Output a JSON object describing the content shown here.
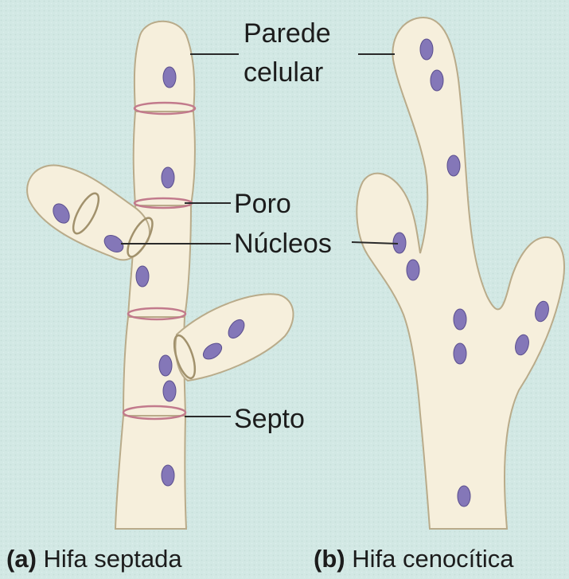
{
  "labels": {
    "parede_line1": "Parede",
    "parede_line2": "celular",
    "poro": "Poro",
    "nucleos": "Núcleos",
    "septo": "Septo"
  },
  "captions": {
    "a_letter": "(a)",
    "a_text": "Hifa septada",
    "b_letter": "(b)",
    "b_text": "Hifa cenocítica"
  },
  "colors": {
    "background": "#d2e8e4",
    "hypha_fill": "#f6efdc",
    "outline": "#b9ab8a",
    "nucleus": "#8477b8",
    "septum": "#c27a8c"
  }
}
